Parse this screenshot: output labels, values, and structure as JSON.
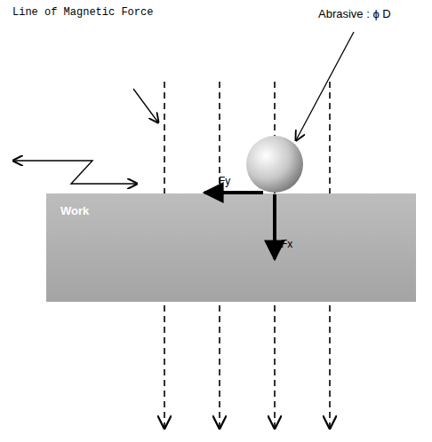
{
  "diagram": {
    "nodes": [
      {
        "text": [
          "Work"
        ]
      }
    ],
    "labels": [
      "Line of Magnetic Force",
      "Abrasive : ϕ D",
      "Fy",
      "Fx"
    ]
  }
}
